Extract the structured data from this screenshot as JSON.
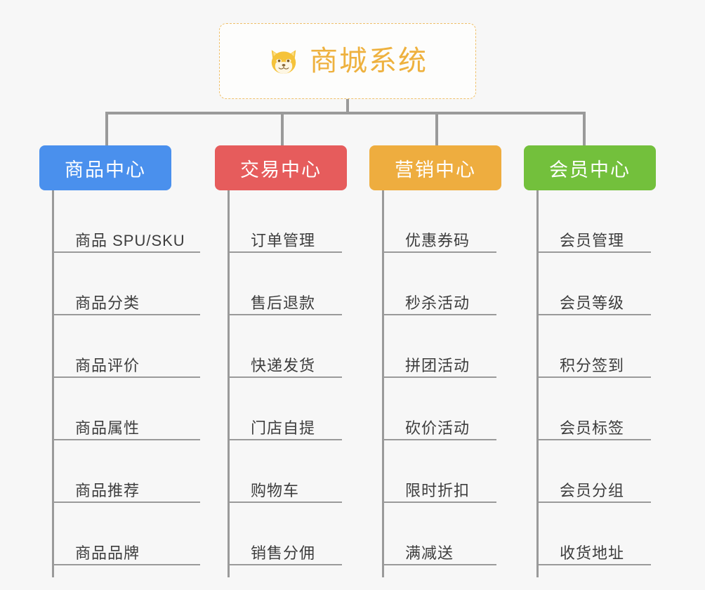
{
  "canvas": {
    "background": "#f7f7f7",
    "connector_color": "#9a9a9a",
    "leaf_text_color": "#3d3d3d"
  },
  "root": {
    "title": "商城系统",
    "icon": "shiba-dog-icon",
    "text_color": "#eeb13e",
    "border_color": "#efc06a",
    "background": "#fdfdfc"
  },
  "categories": [
    {
      "label": "商品中心",
      "color": "#4a90ed",
      "items": [
        "商品 SPU/SKU",
        "商品分类",
        "商品评价",
        "商品属性",
        "商品推荐",
        "商品品牌"
      ]
    },
    {
      "label": "交易中心",
      "color": "#e65c5c",
      "items": [
        "订单管理",
        "售后退款",
        "快递发货",
        "门店自提",
        "购物车",
        "销售分佣"
      ]
    },
    {
      "label": "营销中心",
      "color": "#eead3f",
      "items": [
        "优惠券码",
        "秒杀活动",
        "拼团活动",
        "砍价活动",
        "限时折扣",
        "满减送"
      ]
    },
    {
      "label": "会员中心",
      "color": "#73c03c",
      "items": [
        "会员管理",
        "会员等级",
        "积分签到",
        "会员标签",
        "会员分组",
        "收货地址"
      ]
    }
  ]
}
